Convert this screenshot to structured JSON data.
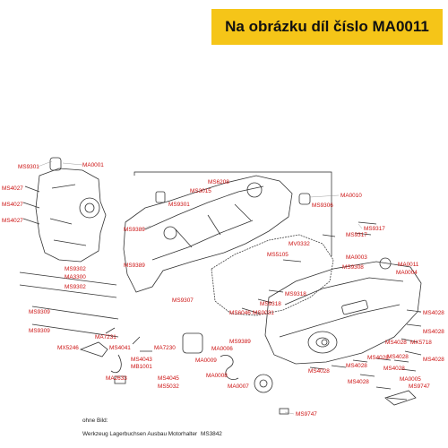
{
  "banner": {
    "title": "Na obrázku díl číslo MA0011"
  },
  "parts": [
    {
      "code": "MS9301"
    },
    {
      "code": "MA0001"
    },
    {
      "code": "MS4027"
    },
    {
      "code": "MS4027"
    },
    {
      "code": "MS4027"
    },
    {
      "code": "MS6208"
    },
    {
      "code": "MS3015"
    },
    {
      "code": "MA0010"
    },
    {
      "code": "MS9306"
    },
    {
      "code": "MS9301"
    },
    {
      "code": "MS9389"
    },
    {
      "code": "MS9317"
    },
    {
      "code": "MS9317"
    },
    {
      "code": "MV0332"
    },
    {
      "code": "MS5105"
    },
    {
      "code": "MS9302"
    },
    {
      "code": "MA3300"
    },
    {
      "code": "MS9302"
    },
    {
      "code": "MS9389"
    },
    {
      "code": "MA0003"
    },
    {
      "code": "MA0011"
    },
    {
      "code": "MA0004"
    },
    {
      "code": "MS9308"
    },
    {
      "code": "MS9307"
    },
    {
      "code": "MS9318"
    },
    {
      "code": "MS9318"
    },
    {
      "code": "MS6046"
    },
    {
      "code": "MS0031"
    },
    {
      "code": "MS9309"
    },
    {
      "code": "MS9309"
    },
    {
      "code": "MS4028"
    },
    {
      "code": "MA7231"
    },
    {
      "code": "MS4041"
    },
    {
      "code": "MA7230"
    },
    {
      "code": "MX5246"
    },
    {
      "code": "MS4043"
    },
    {
      "code": "MB1001"
    },
    {
      "code": "MA2633"
    },
    {
      "code": "MS4045"
    },
    {
      "code": "MS5032"
    },
    {
      "code": "MS9389"
    },
    {
      "code": "MA0006"
    },
    {
      "code": "MA0009"
    },
    {
      "code": "MA0008"
    },
    {
      "code": "MA0007"
    },
    {
      "code": "MS4028"
    },
    {
      "code": "MS4028"
    },
    {
      "code": "MS4028"
    },
    {
      "code": "MS4028"
    },
    {
      "code": "MS4028"
    },
    {
      "code": "MX5718"
    },
    {
      "code": "MS4028"
    },
    {
      "code": "MS4028"
    },
    {
      "code": "MS4028"
    },
    {
      "code": "MA0005"
    },
    {
      "code": "MS9747"
    },
    {
      "code": "MS9747"
    },
    {
      "code": "MS4028"
    }
  ],
  "footer": {
    "note": "ohne Bild:",
    "tool_label": "Werkzeug Lagerbuchsen Ausbau Motorhalter",
    "tool_code": "MS3842"
  }
}
